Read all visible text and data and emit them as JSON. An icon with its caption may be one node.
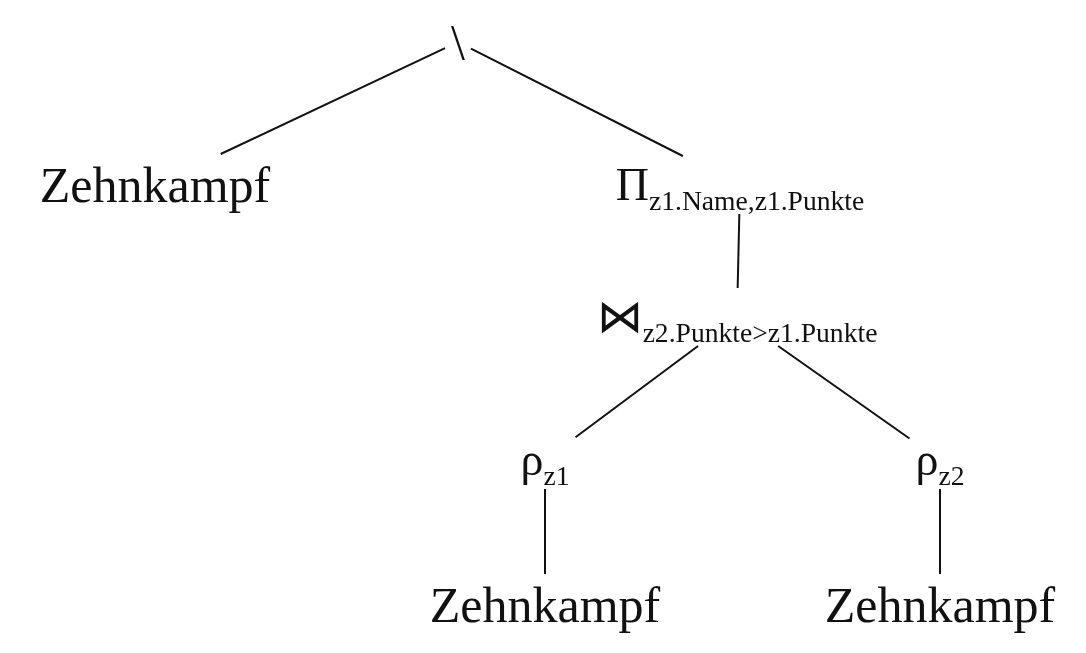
{
  "diagram": {
    "nodes": [
      {
        "text": [
          "\\"
        ]
      },
      {
        "text": [
          "Zehnkampf"
        ]
      },
      {
        "text": [
          "Π$_{z1.Name,z1.Punkte}$"
        ]
      },
      {
        "text": [
          "⋈$_{z2.Punkte>z1.Punkte}$"
        ]
      },
      {
        "text": [
          "ρ$_{z1}$"
        ]
      },
      {
        "text": [
          "ρ$_{z2}$"
        ]
      },
      {
        "text": [
          "Zehnkampf"
        ]
      },
      {
        "text": [
          "Zehnkampf"
        ]
      }
    ],
    "edges": [
      {
        "from": 0,
        "to": 1,
        "arrow": "none"
      },
      {
        "from": 0,
        "to": 2,
        "arrow": "none"
      },
      {
        "from": 2,
        "to": 3,
        "arrow": "none"
      },
      {
        "from": 3,
        "to": 4,
        "arrow": "none"
      },
      {
        "from": 3,
        "to": 5,
        "arrow": "none"
      },
      {
        "from": 4,
        "to": 6,
        "arrow": "none"
      },
      {
        "from": 5,
        "to": 7,
        "arrow": "none"
      }
    ]
  }
}
